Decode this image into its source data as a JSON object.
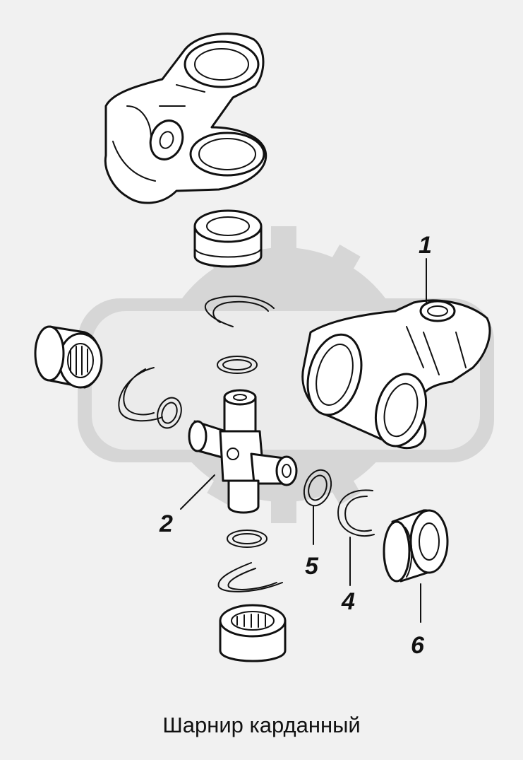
{
  "watermark": {
    "icon": "gear-logo-icon",
    "color": "#d3d3d3"
  },
  "callouts": [
    {
      "label": "1"
    },
    {
      "label": "2"
    },
    {
      "label": "5"
    },
    {
      "label": "4"
    },
    {
      "label": "6"
    }
  ],
  "caption": "Шарнир карданный"
}
